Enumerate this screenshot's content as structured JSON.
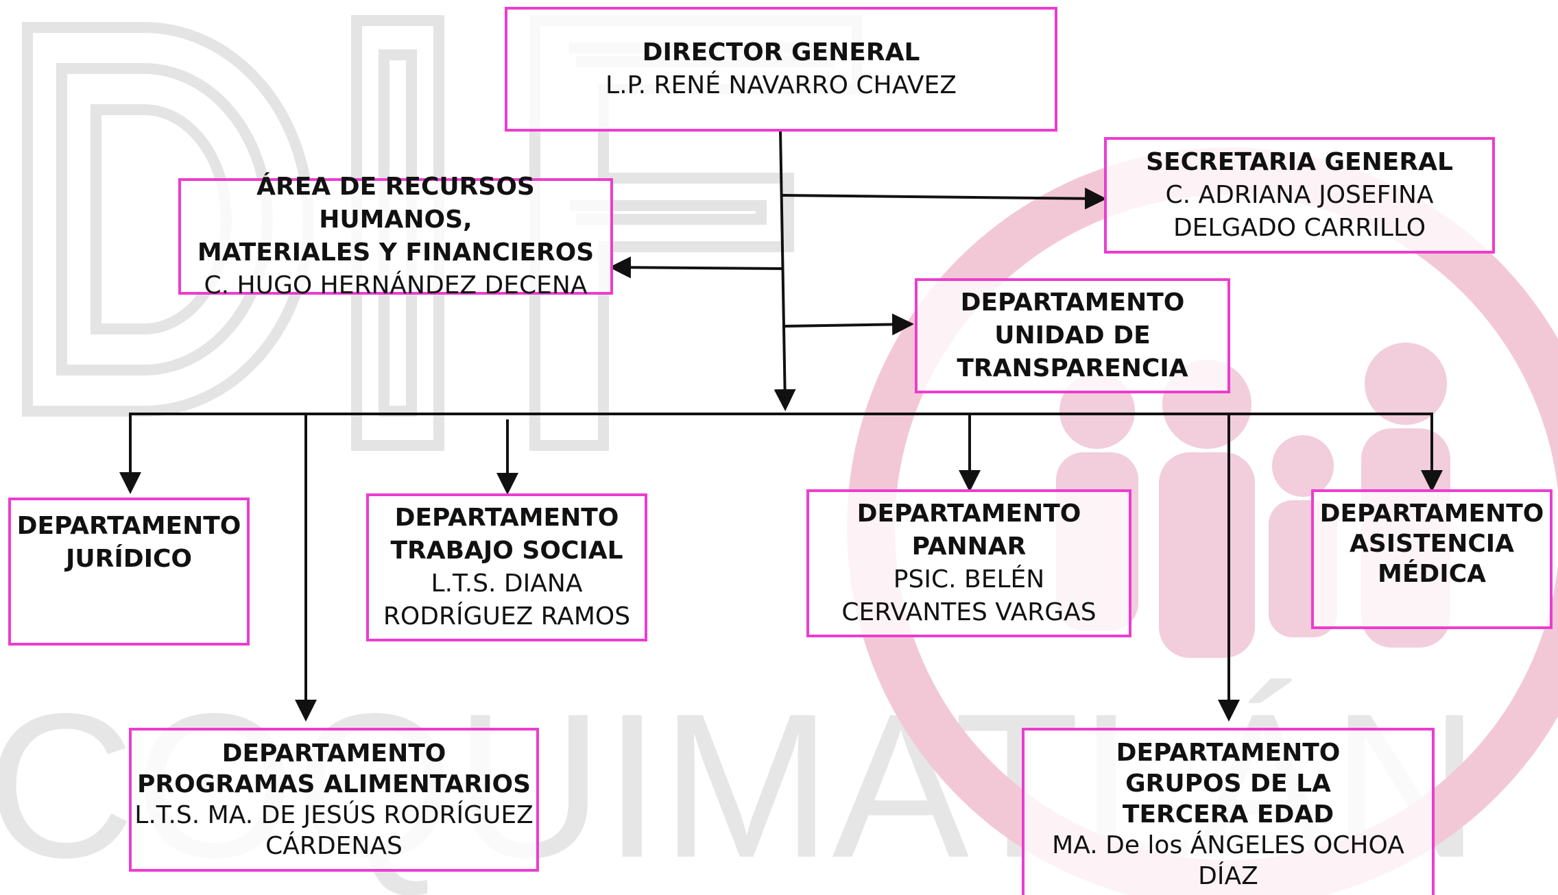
{
  "watermark": {
    "place_name": "COQUIMATLÁN",
    "logo_letters": "DIF",
    "colors": {
      "gray": "#e2e2e2",
      "pink": "#f0c4d4",
      "border": "#ec3ccf"
    }
  },
  "nodes": {
    "director": {
      "title": "DIRECTOR GENERAL",
      "name": "L.P. RENÉ NAVARRO CHAVEZ"
    },
    "secretaria": {
      "title": "SECRETARIA GENERAL",
      "name1": "C. ADRIANA JOSEFINA",
      "name2": "DELGADO CARRILLO"
    },
    "recursos": {
      "title1": "ÁREA DE RECURSOS HUMANOS,",
      "title2": "MATERIALES Y FINANCIEROS",
      "name": "C. HUGO HERNÁNDEZ DECENA"
    },
    "transparencia": {
      "title1": "DEPARTAMENTO",
      "title2": "UNIDAD DE",
      "title3": "TRANSPARENCIA"
    },
    "juridico": {
      "title1": "DEPARTAMENTO",
      "title2": "JURÍDICO"
    },
    "trabajo_social": {
      "title1": "DEPARTAMENTO",
      "title2": "TRABAJO SOCIAL",
      "name1": "L.T.S. DIANA",
      "name2": "RODRÍGUEZ RAMOS"
    },
    "pannar": {
      "title1": "DEPARTAMENTO",
      "title2": "PANNAR",
      "name1": "PSIC.  BELÉN",
      "name2": "CERVANTES VARGAS"
    },
    "asistencia": {
      "title1": "DEPARTAMENTO",
      "title2": "ASISTENCIA",
      "title3": "MÉDICA"
    },
    "alimentarios": {
      "title1": "DEPARTAMENTO",
      "title2": "PROGRAMAS ALIMENTARIOS",
      "name1": "L.T.S. MA. DE JESÚS RODRÍGUEZ",
      "name2": "CÁRDENAS"
    },
    "tercera_edad": {
      "title1": "DEPARTAMENTO",
      "title2": "GRUPOS DE LA",
      "title3": "TERCERA EDAD",
      "name1": "MA. De los ÁNGELES OCHOA",
      "name2": "DÍAZ"
    }
  }
}
